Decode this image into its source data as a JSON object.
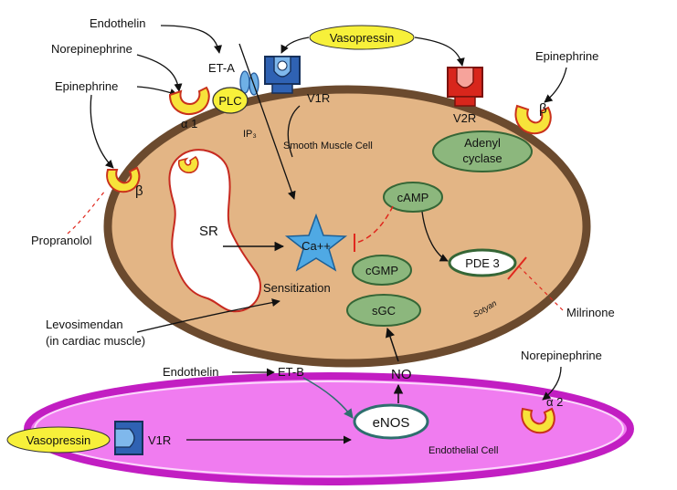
{
  "smooth_muscle_cell": {
    "label": "Smooth Muscle Cell",
    "signature": "Sotyan"
  },
  "endothelial_cell": {
    "label": "Endothelial Cell"
  },
  "ligands": {
    "endothelin_top": "Endothelin",
    "norepinephrine_top": "Norepinephrine",
    "epinephrine_left": "Epinephrine",
    "epinephrine_right": "Epinephrine",
    "vasopressin_top": "Vasopressin",
    "endothelin_bottom": "Endothelin",
    "norepinephrine_bottom": "Norepinephrine",
    "vasopressin_bottom": "Vasopressin"
  },
  "receptors": {
    "alpha1": "α 1",
    "beta_left": "β",
    "beta_right": "β",
    "eta": "ET-A",
    "v1r_top": "V1R",
    "v2r": "V2R",
    "etb": "ET-B",
    "v1r_bottom": "V1R",
    "alpha2": "α 2"
  },
  "molecules": {
    "plc": "PLC",
    "ip3": "IP₃",
    "adenyl_cyclase_1": "Adenyl",
    "adenyl_cyclase_2": "cyclase",
    "camp": "cAMP",
    "cgmp": "cGMP",
    "pde3": "PDE 3",
    "sgc": "sGC",
    "ca": "Ca++",
    "sr": "SR",
    "sensitization": "Sensitization",
    "no": "NO",
    "enos": "eNOS"
  },
  "drugs": {
    "propranolol": "Propranolol",
    "milrinone": "Milrinone",
    "levosimendan_1": "Levosimendan",
    "levosimendan_2": "(in cardiac muscle)"
  },
  "colors": {
    "cell_fill": "#e3b585",
    "cell_border": "#6b4a2e",
    "endothelial_fill": "#f07cf0",
    "endothelial_border": "#c21ec2",
    "receptor_yellow": "#f7e33a",
    "receptor_border": "#c9311b",
    "node_green": "#8cb77d",
    "node_border": "#356636",
    "ca_star": "#4fa9e4",
    "v1r_blue": "#2f62b3",
    "v2r_red": "#d8261c",
    "inhibitor": "#e0281e",
    "arrow": "#111111",
    "teal_arrow": "#2e6f6e"
  }
}
